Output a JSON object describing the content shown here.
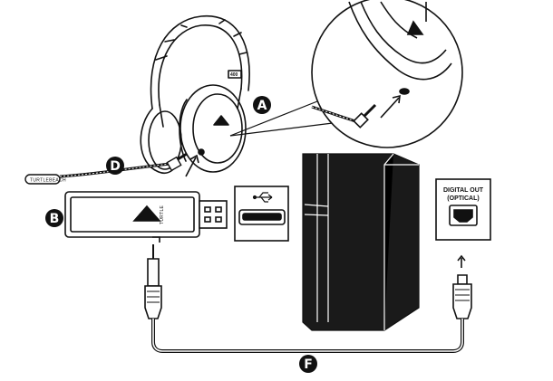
{
  "diagram": {
    "callouts": {
      "a": "A",
      "b": "B",
      "d": "D",
      "f": "F"
    },
    "optical_port": {
      "line1": "DIGITAL OUT",
      "line2": "(OPTICAL)"
    },
    "mic_brand": "TURTLEBEACH",
    "headset_model": "400",
    "transmitter_brand": "TURTLE",
    "icons": {
      "usb_port": "usb-icon",
      "brand_logo": "turtle-beach-logo-icon"
    },
    "colors": {
      "ink": "#111111",
      "console": "#1a1a1a",
      "paper": "#ffffff"
    }
  }
}
